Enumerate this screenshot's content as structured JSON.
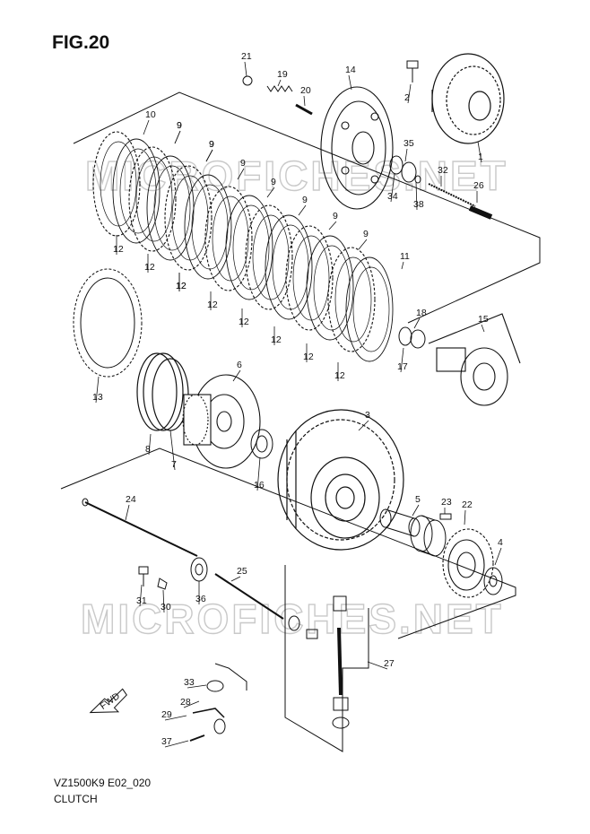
{
  "figure": {
    "title": "FIG.20",
    "model_code": "VZ1500K9 E02_020",
    "section_name": "CLUTCH"
  },
  "watermark": {
    "text": "MICROFICHES.NET"
  },
  "direction_marker": {
    "text": "FWD"
  },
  "callouts": [
    "21",
    "19",
    "20",
    "14",
    "2",
    "10",
    "9",
    "9",
    "9",
    "9",
    "9",
    "9",
    "9",
    "9",
    "9",
    "35",
    "34",
    "38",
    "32",
    "26",
    "1",
    "12",
    "12",
    "12",
    "12",
    "12",
    "12",
    "12",
    "12",
    "12",
    "11",
    "18",
    "15",
    "17",
    "13",
    "6",
    "3",
    "8",
    "7",
    "16",
    "24",
    "5",
    "23",
    "22",
    "4",
    "25",
    "31",
    "30",
    "36",
    "27",
    "33",
    "28",
    "29",
    "37"
  ],
  "colors": {
    "line": "#111111",
    "watermark": "#c9c9c9",
    "background": "#ffffff"
  }
}
